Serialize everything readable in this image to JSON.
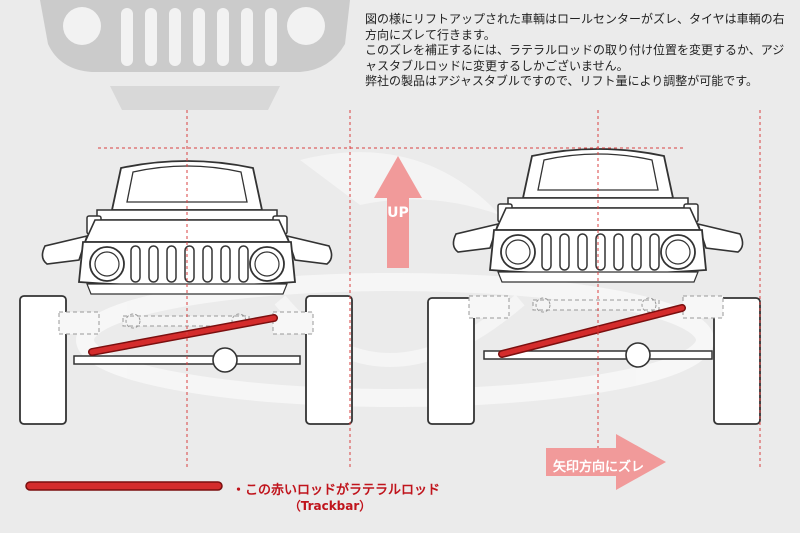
{
  "description": {
    "line1": "図の様にリフトアップされた車輌はロールセンターがズレ、タイヤは車輌の右方向にズレて行きます。",
    "line2": "このズレを補正するには、ラテラルロッドの取り付け位置を変更するか、アジャスタブルロッドに変更するしかございません。",
    "line3": "弊社の製品はアジャスタブルですので、リフト量により調整が可能です。"
  },
  "arrows": {
    "up_label": "UP",
    "shift_label": "矢印方向にズレ"
  },
  "legend": {
    "label": "・この赤いロッドがラテラルロッド",
    "sublabel": "（Trackbar）"
  },
  "colors": {
    "background": "#ebebeb",
    "rod_red": "#d42c2c",
    "guide_red": "#d94040",
    "arrow_pink": "#f19a9a",
    "outline": "#333333",
    "watermark": "#f8f8f8"
  }
}
